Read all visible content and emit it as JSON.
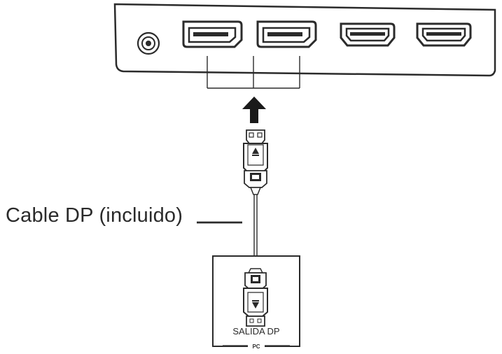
{
  "labels": {
    "cable": "Cable DP (incluido)",
    "pc_port": "SALIDA DP",
    "pc": "PC"
  },
  "monitor_ports": [
    {
      "type": "DisplayPort"
    },
    {
      "type": "DisplayPort"
    },
    {
      "type": "HDMI"
    },
    {
      "type": "HDMI"
    }
  ],
  "icons": {
    "audio_jack": "audio-jack-icon",
    "insert_arrow": "up-arrow-icon"
  },
  "colors": {
    "line": "#2b2b2b",
    "background": "#ffffff"
  }
}
